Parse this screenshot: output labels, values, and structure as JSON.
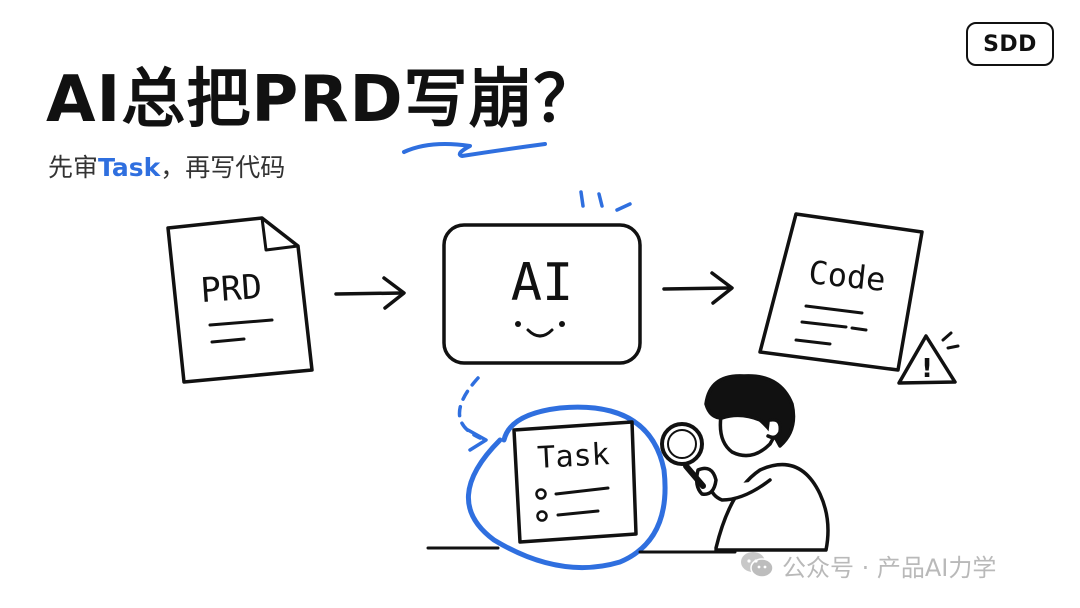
{
  "badge": "SDD",
  "title": "AI总把PRD写崩？",
  "subtitle": {
    "pre": "先审",
    "accent": "Task",
    "post": "，再写代码"
  },
  "diagram": {
    "prd_label": "PRD",
    "ai_label": "AI",
    "code_label": "Code",
    "task_label": "Task",
    "warning_symbol": "!"
  },
  "watermark": "公众号 · 产品AI力学",
  "colors": {
    "accent": "#2f6fdf",
    "ink": "#111111",
    "watermark": "#b9b9b9"
  }
}
